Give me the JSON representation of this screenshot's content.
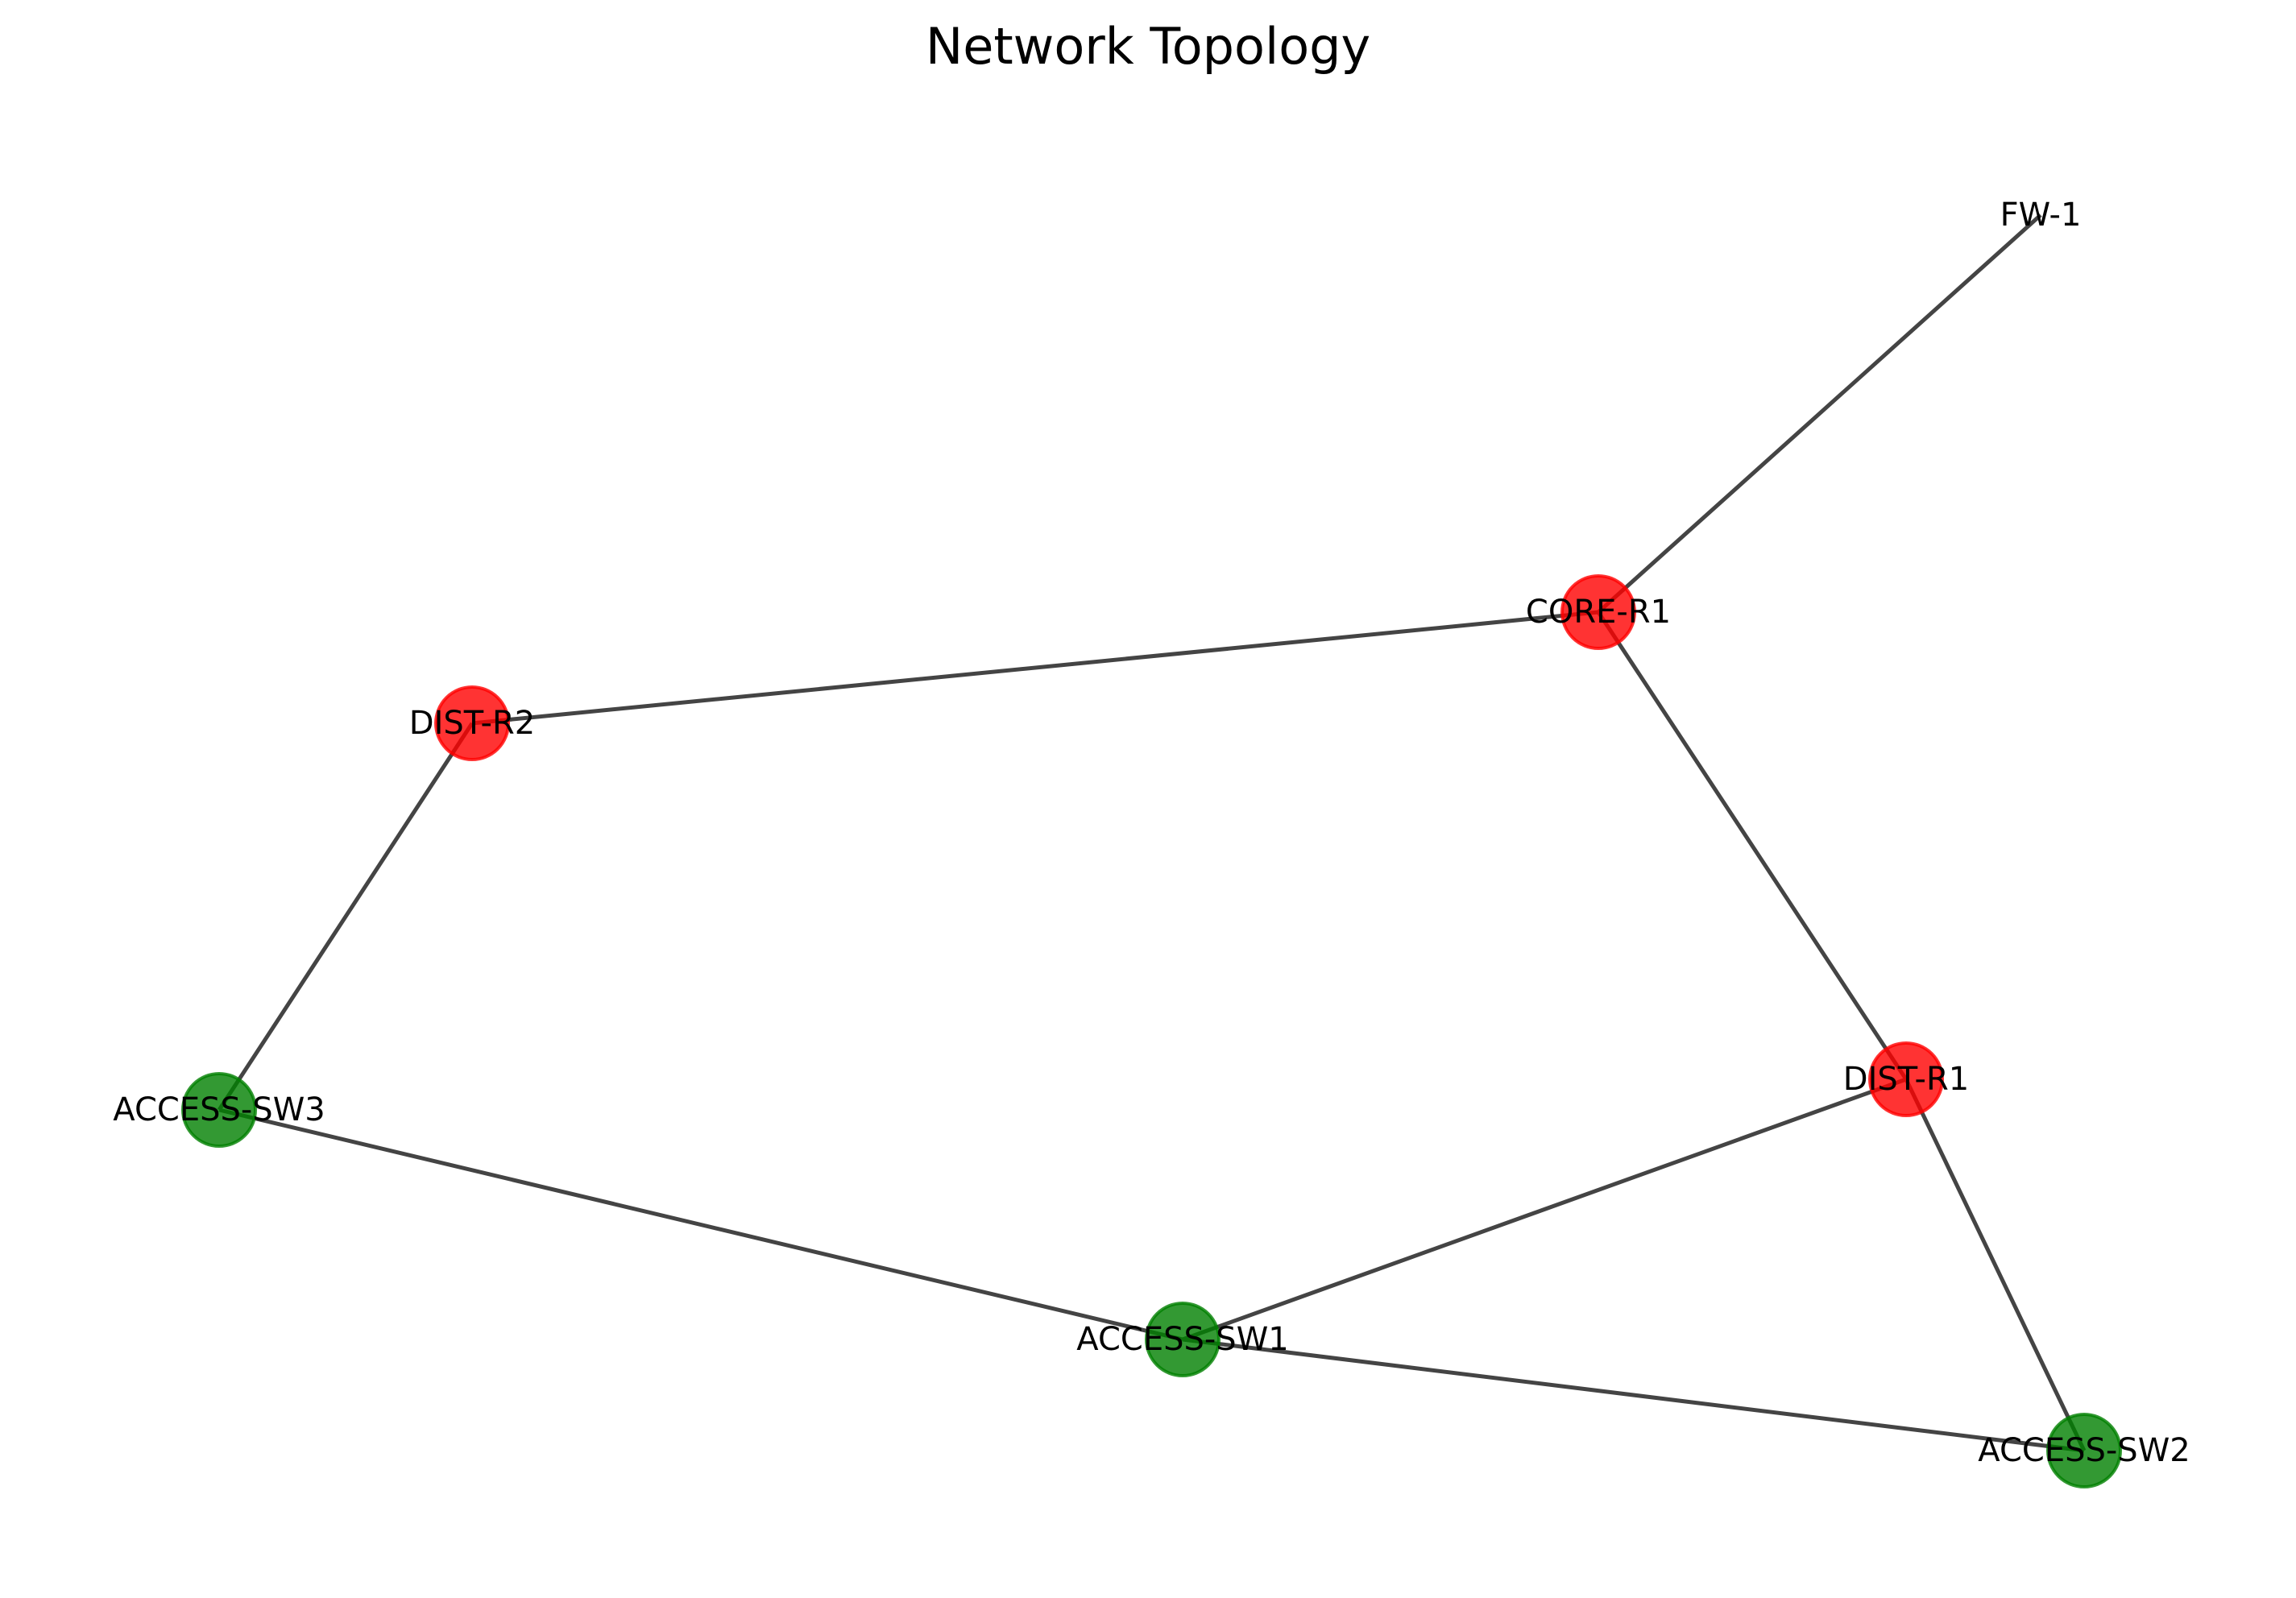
{
  "diagram": {
    "title": "Network Topology",
    "nodes": [
      {
        "id": "FW-1",
        "label": "FW-1",
        "shown": false
      },
      {
        "id": "CORE-R1",
        "label": "CORE-R1",
        "color": "#ff0000",
        "shown": true
      },
      {
        "id": "DIST-R2",
        "label": "DIST-R2",
        "color": "#ff0000",
        "shown": true
      },
      {
        "id": "DIST-R1",
        "label": "DIST-R1",
        "color": "#ff0000",
        "shown": true
      },
      {
        "id": "ACCESS-SW3",
        "label": "ACCESS-SW3",
        "color": "#008000",
        "shown": true
      },
      {
        "id": "ACCESS-SW1",
        "label": "ACCESS-SW1",
        "color": "#008000",
        "shown": true
      },
      {
        "id": "ACCESS-SW2",
        "label": "ACCESS-SW2",
        "color": "#008000",
        "shown": true
      }
    ],
    "edges": [
      {
        "from": "FW-1",
        "to": "CORE-R1"
      },
      {
        "from": "CORE-R1",
        "to": "DIST-R2"
      },
      {
        "from": "CORE-R1",
        "to": "DIST-R1"
      },
      {
        "from": "DIST-R2",
        "to": "ACCESS-SW3"
      },
      {
        "from": "ACCESS-SW3",
        "to": "ACCESS-SW1"
      },
      {
        "from": "ACCESS-SW1",
        "to": "DIST-R1"
      },
      {
        "from": "ACCESS-SW1",
        "to": "ACCESS-SW2"
      },
      {
        "from": "DIST-R1",
        "to": "ACCESS-SW2"
      }
    ],
    "colors": {
      "edge": "#444444",
      "router": "#ff0000",
      "switch": "#008000"
    }
  }
}
